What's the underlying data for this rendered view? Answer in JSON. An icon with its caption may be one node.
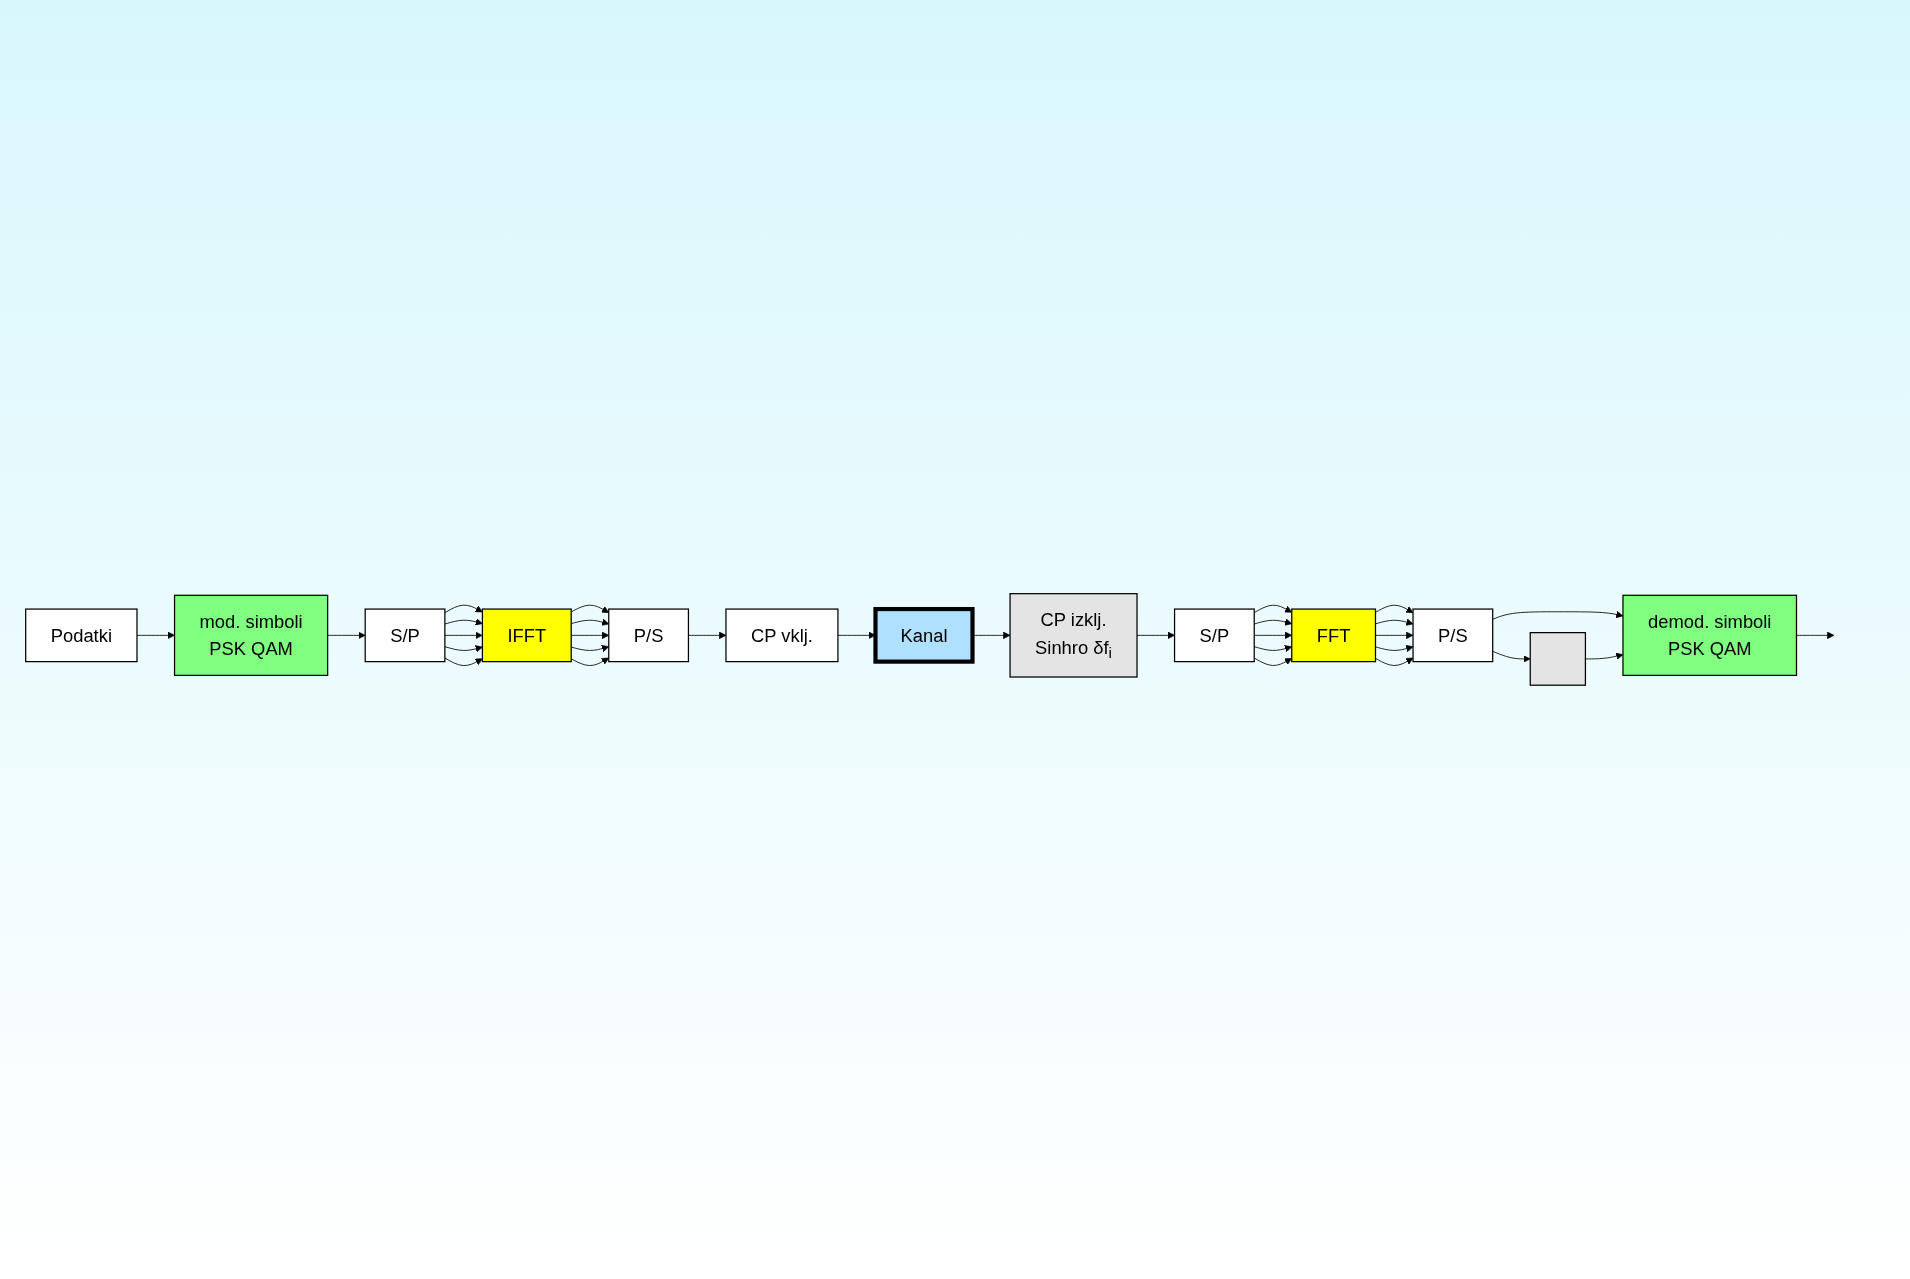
{
  "diagram": {
    "nodes": [
      {
        "text": [
          "Podatki"
        ]
      },
      {
        "text": [
          "mod. simboli",
          "PSK QAM"
        ]
      },
      {
        "text": [
          "S/P"
        ]
      },
      {
        "text": [
          "IFFT"
        ]
      },
      {
        "text": [
          "P/S"
        ]
      },
      {
        "text": [
          "CP vklj."
        ]
      },
      {
        "text": [
          "Kanal"
        ]
      },
      {
        "text": [
          "CP izklj.",
          "Sinhro δf$_{i}$"
        ]
      },
      {
        "text": [
          "S/P"
        ]
      },
      {
        "text": [
          "FFT"
        ]
      },
      {
        "text": [
          "P/S"
        ]
      },
      {
        "text": [
          "demod. simboli",
          "PSK QAM"
        ]
      },
      {
        "text": [],
        "shape": "box"
      }
    ],
    "edges": [
      {
        "from": 0,
        "to": 1,
        "arrow": "to"
      },
      {
        "from": 1,
        "to": 2,
        "arrow": "to"
      },
      {
        "from": 2,
        "to": 3,
        "arrow": "to"
      },
      {
        "from": 2,
        "to": 3,
        "arrow": "to"
      },
      {
        "from": 2,
        "to": 3,
        "arrow": "to"
      },
      {
        "from": 2,
        "to": 3,
        "arrow": "to"
      },
      {
        "from": 2,
        "to": 3,
        "arrow": "to"
      },
      {
        "from": 3,
        "to": 4,
        "arrow": "to"
      },
      {
        "from": 3,
        "to": 4,
        "arrow": "to"
      },
      {
        "from": 3,
        "to": 4,
        "arrow": "to"
      },
      {
        "from": 3,
        "to": 4,
        "arrow": "to"
      },
      {
        "from": 3,
        "to": 4,
        "arrow": "to"
      },
      {
        "from": 4,
        "to": 5,
        "arrow": "to"
      },
      {
        "from": 5,
        "to": 6,
        "arrow": "to"
      },
      {
        "from": 6,
        "to": 7,
        "arrow": "to"
      },
      {
        "from": 7,
        "to": 8,
        "arrow": "to"
      },
      {
        "from": 8,
        "to": 9,
        "arrow": "to"
      },
      {
        "from": 8,
        "to": 9,
        "arrow": "to"
      },
      {
        "from": 8,
        "to": 9,
        "arrow": "to"
      },
      {
        "from": 8,
        "to": 9,
        "arrow": "to"
      },
      {
        "from": 8,
        "to": 9,
        "arrow": "to"
      },
      {
        "from": 9,
        "to": 10,
        "arrow": "to"
      },
      {
        "from": 9,
        "to": 10,
        "arrow": "to"
      },
      {
        "from": 9,
        "to": 10,
        "arrow": "to"
      },
      {
        "from": 9,
        "to": 10,
        "arrow": "to"
      },
      {
        "from": 9,
        "to": 10,
        "arrow": "to"
      },
      {
        "from": 10,
        "to": 11,
        "arrow": "to"
      },
      {
        "from": 10,
        "to": 12,
        "arrow": "to"
      },
      {
        "from": 12,
        "to": 11,
        "arrow": "to"
      },
      {
        "from": 11,
        "to": null,
        "arrow": "to"
      }
    ]
  }
}
